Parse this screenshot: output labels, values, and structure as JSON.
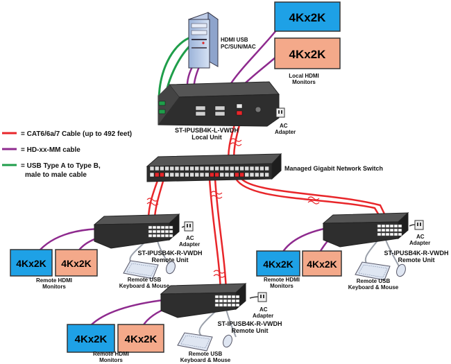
{
  "colors": {
    "cat6": "#e8262a",
    "hdmi": "#8e2a8e",
    "usb": "#1f9e4a",
    "monitor_blue": "#1ea1e6",
    "monitor_salmon": "#f4a98a",
    "unit_body": "#3a3a3a"
  },
  "legend": [
    {
      "id": "cat6",
      "text": "= CAT6/6a/7 Cable (up to 492 feet)"
    },
    {
      "id": "hdmi",
      "text": "= HD-xx-MM cable"
    },
    {
      "id": "usb",
      "text_line1": "= USB Type A to Type B,",
      "text_line2": "male to male cable"
    }
  ],
  "pc": {
    "label_line1": "HDMI USB",
    "label_line2": "PC/SUN/MAC"
  },
  "local_monitors": {
    "monitor1": "4Kx2K",
    "monitor2": "4Kx2K",
    "caption_line1": "Local HDMI",
    "caption_line2": "Monitors"
  },
  "local_unit": {
    "label_line1": "ST-IPUSB4K-L-VWDH",
    "label_line2": "Local Unit"
  },
  "ac_adapter": {
    "line1": "AC",
    "line2": "Adapter"
  },
  "switch": {
    "label": "Managed Gigabit Network Switch"
  },
  "remote_units": [
    {
      "label_line1": "ST-IPUSB4K-R-VWDH",
      "label_line2": "Remote Unit",
      "monitor1": "4Kx2K",
      "monitor2": "4Kx2K",
      "monitors_line1": "Remote HDMI",
      "monitors_line2": "Monitors",
      "kbm_line1": "Remote USB",
      "kbm_line2": "Keyboard & Mouse"
    },
    {
      "label_line1": "ST-IPUSB4K-R-VWDH",
      "label_line2": "Remote Unit",
      "monitor1": "4Kx2K",
      "monitor2": "4Kx2K",
      "monitors_line1": "Remote HDMI",
      "monitors_line2": "Monitors",
      "kbm_line1": "Remote USB",
      "kbm_line2": "Keyboard & Mouse"
    },
    {
      "label_line1": "ST-IPUSB4K-R-VWDH",
      "label_line2": "Remote Unit",
      "monitor1": "4Kx2K",
      "monitor2": "4Kx2K",
      "monitors_line1": "Remote HDMI",
      "monitors_line2": "Monitors",
      "kbm_line1": "Remote USB",
      "kbm_line2": "Keyboard & Mouse"
    }
  ]
}
